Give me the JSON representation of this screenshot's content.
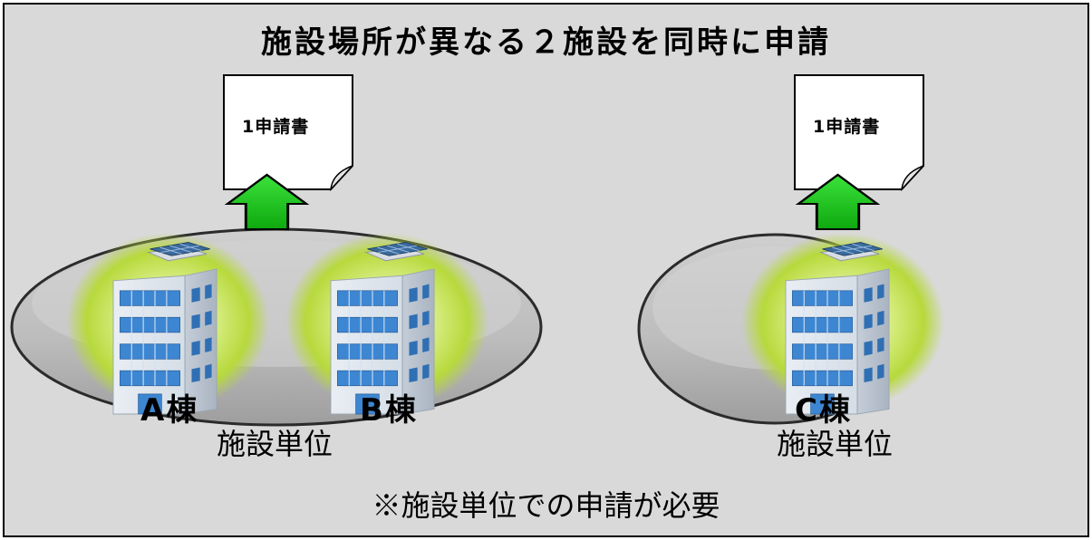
{
  "title": "施設場所が異なる２施設を同時に申請",
  "groups": [
    {
      "document_label": "1申請書",
      "buildings": [
        "A棟",
        "B棟"
      ],
      "unit_label": "施設単位"
    },
    {
      "document_label": "1申請書",
      "buildings": [
        "C棟"
      ],
      "unit_label": "施設単位"
    }
  ],
  "note": "※施設単位での申請が必要",
  "colors": {
    "background": "#d9d9d9",
    "arrow": "#16c316",
    "ellipse": "#a6a6a6",
    "glow": "#b5d839",
    "window": "#3d86d2"
  },
  "icons": [
    "document-icon",
    "up-arrow-icon",
    "building-icon"
  ]
}
